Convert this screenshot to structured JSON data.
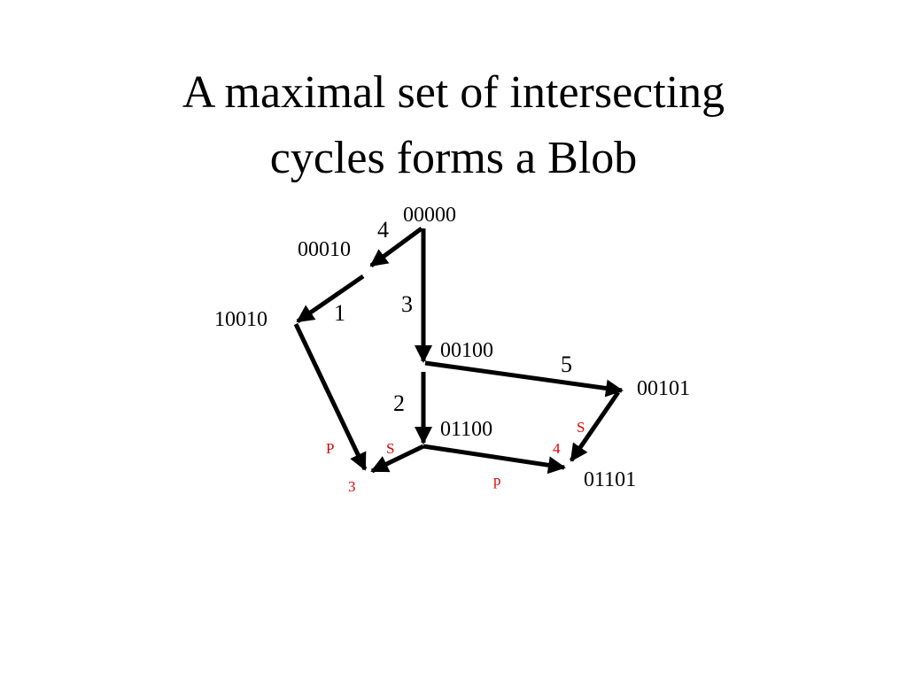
{
  "title": {
    "line1": "A maximal set of intersecting",
    "line2": "cycles forms a Blob"
  },
  "nodes": {
    "n00000": "00000",
    "n00010": "00010",
    "n10010": "10010",
    "n00100": "00100",
    "n00101": "00101",
    "n01100": "01100",
    "n01101": "01101"
  },
  "edge_labels": {
    "e4": "4",
    "e1": "1",
    "e3": "3",
    "e5": "5",
    "e2": "2"
  },
  "annotations": {
    "p_left": "P",
    "s_left": "S",
    "three": "3",
    "p_bottom": "p",
    "s_right": "S",
    "four": "4"
  },
  "colors": {
    "edge": "#000000",
    "annotation": "#e00000"
  }
}
